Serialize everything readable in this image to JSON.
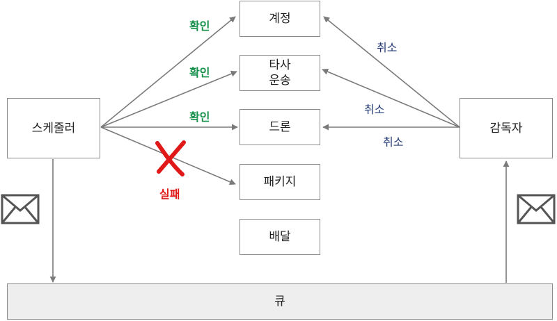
{
  "nodes": {
    "scheduler": "스케줄러",
    "supervisor": "감독자",
    "account": "계정",
    "carrier": "타사\n운송",
    "drone": "드론",
    "package": "패키지",
    "delivery": "배달",
    "queue": "큐"
  },
  "labels": {
    "confirm": "확인",
    "cancel": "취소",
    "fail": "실패"
  },
  "colors": {
    "confirm": "#16904a",
    "cancel": "#233a74",
    "fail": "#e01818",
    "arrow": "#7a7a7a",
    "queue_fill": "#eeeeee"
  },
  "icons": [
    "envelope-icon",
    "envelope-icon",
    "x-cross-icon"
  ]
}
